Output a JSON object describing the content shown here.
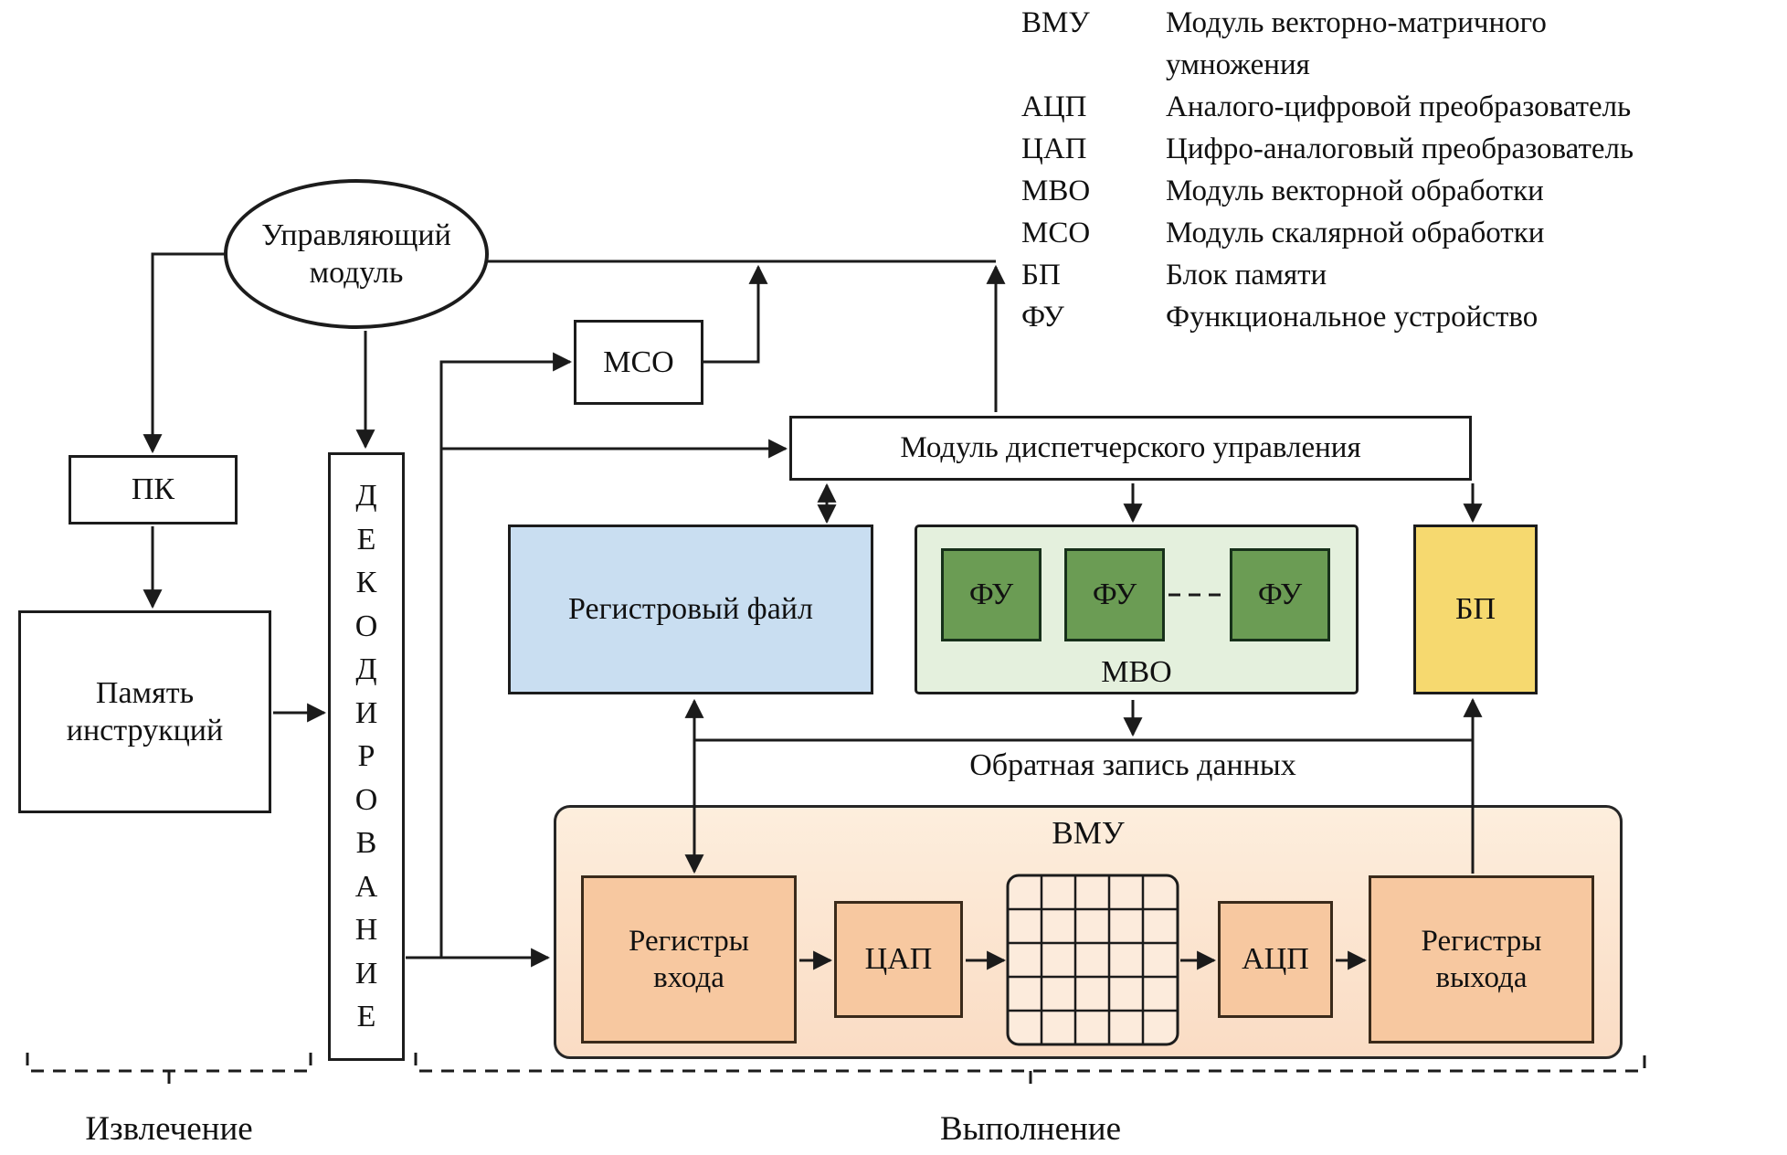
{
  "diagram": {
    "control_module": "Управляющий модуль",
    "program_counter": "ПК",
    "instruction_memory": "Память инструкций",
    "decoding": "ДЕКОДИРОВАНИЕ",
    "mso": "МСО",
    "dispatcher": "Модуль диспетчерского управления",
    "register_file": "Регистровый файл",
    "fu_units": [
      "ФУ",
      "ФУ",
      "ФУ"
    ],
    "mvo": "МВО",
    "bp": "БП",
    "writeback": "Обратная запись данных",
    "vmu": "ВМУ",
    "input_registers": "Регистры входа",
    "dac": "ЦАП",
    "adc": "АЦП",
    "output_registers": "Регистры выхода",
    "fetch_stage": "Извлечение",
    "execute_stage": "Выполнение"
  },
  "legend": {
    "items": [
      {
        "term": "ВМУ",
        "definition": "Модуль векторно-матричного\nумножения"
      },
      {
        "term": "АЦП",
        "definition": "Аналого-цифровой преобразователь"
      },
      {
        "term": "ЦАП",
        "definition": "Цифро-аналоговый преобразователь"
      },
      {
        "term": "МВО",
        "definition": "Модуль векторной обработки"
      },
      {
        "term": "МСО",
        "definition": "Модуль скалярной обработки"
      },
      {
        "term": "БП",
        "definition": "Блок памяти"
      },
      {
        "term": "ФУ",
        "definition": "Функциональное устройство"
      }
    ]
  },
  "colors": {
    "register_file_fill": "#c9def1",
    "mvo_fill": "#e4f0dd",
    "fu_fill": "#6b9c54",
    "bp_fill": "#f6d96f",
    "vmu_fill": "#fbe6d4",
    "vmu_inner_fill": "#f7c8a0",
    "line": "#1b1b1b"
  }
}
